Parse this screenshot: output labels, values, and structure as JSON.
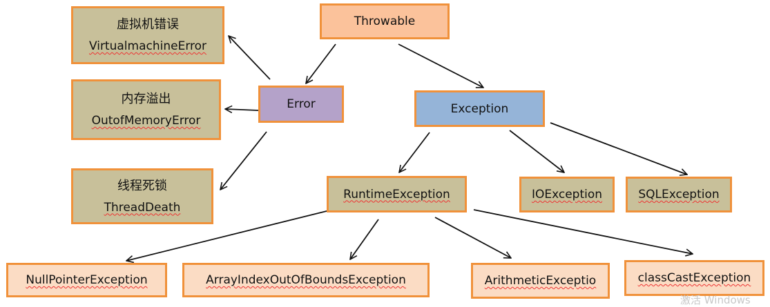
{
  "nodes": {
    "throwable": "Throwable",
    "error": "Error",
    "exception": "Exception",
    "vm_error_cn": "虚拟机错误",
    "vm_error": "VirtualmachineError",
    "oom_cn": "内存溢出",
    "oom": "OutofMemoryError",
    "thread_death_cn": "线程死锁",
    "thread_death": "ThreadDeath",
    "runtime": "RuntimeException",
    "io": "IOException",
    "sql": "SQLException",
    "npe": "NullPointerException",
    "aioobe": "ArrayIndexOutOfBoundsException",
    "arith": "ArithmeticExceptio",
    "cce": "classCastException"
  },
  "colors": {
    "border": "#f0913a",
    "olive": "#c8c09a",
    "peach": "#fbc29b",
    "light": "#fbdcc4",
    "purple": "#b4a2c9",
    "blue": "#95b4d8",
    "arrow": "#111111"
  },
  "watermark": "激活 Windows"
}
